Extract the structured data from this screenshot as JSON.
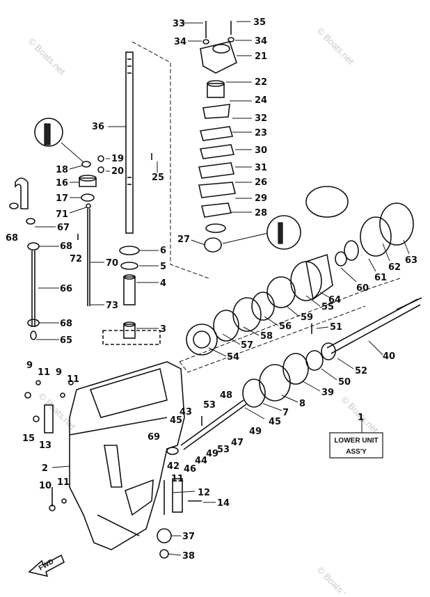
{
  "watermark": "© Boats.net",
  "title_box": {
    "line1": "LOWER UNIT",
    "line2": "ASS'Y"
  },
  "fwd_label": "FWD",
  "labels": {
    "l1": "1",
    "l2": "2",
    "l3": "3",
    "l4": "4",
    "l5": "5",
    "l6": "6",
    "l7": "7",
    "l8": "8",
    "l9a": "9",
    "l9b": "9",
    "l10": "10",
    "l11a": "11",
    "l11b": "11",
    "l11c": "11",
    "l11d": "11",
    "l12": "12",
    "l13": "13",
    "l14": "14",
    "l15": "15",
    "l16": "16",
    "l17": "17",
    "l18": "18",
    "l19": "19",
    "l20": "20",
    "l21": "21",
    "l22": "22",
    "l23": "23",
    "l24": "24",
    "l25": "25",
    "l26": "26",
    "l27": "27",
    "l28": "28",
    "l29": "29",
    "l30": "30",
    "l31": "31",
    "l32": "32",
    "l33": "33",
    "l34a": "34",
    "l34b": "34",
    "l35": "35",
    "l36": "36",
    "l37": "37",
    "l38": "38",
    "l39": "39",
    "l40": "40",
    "l42": "42",
    "l43": "43",
    "l44": "44",
    "l45a": "45",
    "l45b": "45",
    "l46": "46",
    "l47": "47",
    "l48": "48",
    "l49a": "49",
    "l49b": "49",
    "l50": "50",
    "l51": "51",
    "l52": "52",
    "l53a": "53",
    "l53b": "53",
    "l54": "54",
    "l55": "55",
    "l56": "56",
    "l57": "57",
    "l58": "58",
    "l59": "59",
    "l60": "60",
    "l61": "61",
    "l62": "62",
    "l63": "63",
    "l64": "64",
    "l65": "65",
    "l66": "66",
    "l67": "67",
    "l68a": "68",
    "l68b": "68",
    "l68c": "68",
    "l69": "69",
    "l70": "70",
    "l71": "71",
    "l72": "72",
    "l73": "73"
  }
}
